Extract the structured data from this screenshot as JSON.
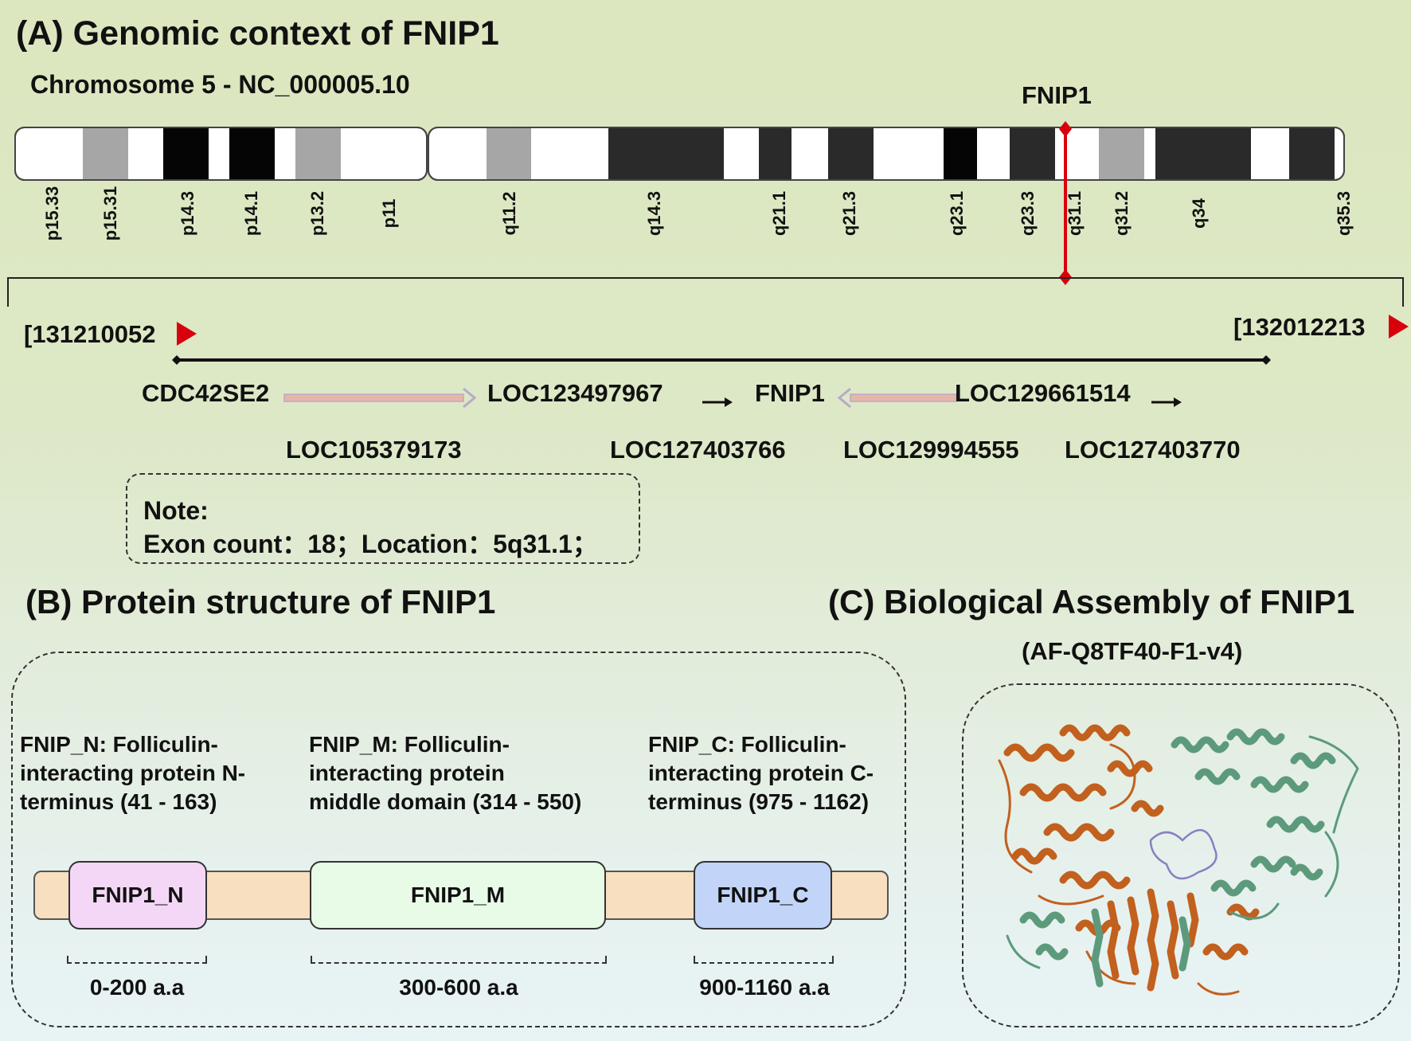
{
  "panel_a": {
    "title": "(A) Genomic context of FNIP1",
    "chromosome": "Chromosome 5 - NC_000005.10",
    "marker_label": "FNIP1",
    "bands": [
      "p15.33",
      "p15.31",
      "p14.3",
      "p14.1",
      "p13.2",
      "p11",
      "q11.2",
      "q14.3",
      "q21.1",
      "q21.3",
      "q23.1",
      "q23.3",
      "q31.1",
      "q31.2",
      "q34",
      "q35.3"
    ],
    "start_coord": "[131210052",
    "end_coord": "[132012213",
    "genes_top": [
      "CDC42SE2",
      "LOC123497967",
      "FNIP1",
      "LOC129661514"
    ],
    "genes_bottom": [
      "LOC105379173",
      "LOC127403766",
      "LOC129994555",
      "LOC127403770"
    ],
    "note_title": "Note:",
    "note_text": "Exon count：18；Location：5q31.1；",
    "colors": {
      "marker": "#d9000d",
      "arrow_fill": "#e8b6a6",
      "arrow_stroke": "#b7aac8"
    }
  },
  "panel_b": {
    "title": "(B) Protein structure of FNIP1",
    "domains": [
      {
        "name": "FNIP1_N",
        "description": "FNIP_N: Folliculin-interacting protein N-terminus (41 - 163)",
        "desc_lines": [
          "FNIP_N: Folliculin-",
          "interacting protein N-",
          "terminus (41 - 163)"
        ],
        "range": "0-200 a.a",
        "color": "#f4d7f6"
      },
      {
        "name": "FNIP1_M",
        "description": "FNIP_M: Folliculin-interacting protein middle domain (314 - 550)",
        "desc_lines": [
          "FNIP_M: Folliculin-",
          "interacting protein",
          "middle domain (314 - 550)"
        ],
        "range": "300-600 a.a",
        "color": "#e8fbe6"
      },
      {
        "name": "FNIP1_C",
        "description": "FNIP_C: Folliculin-interacting protein C-terminus (975 - 1162)",
        "desc_lines": [
          "FNIP_C: Folliculin-",
          "interacting protein C-",
          "terminus (975 - 1162)"
        ],
        "range": "900-1160 a.a",
        "color": "#c2d5f8"
      }
    ],
    "backbone_color": "#f7dfbf"
  },
  "panel_c": {
    "title": "(C) Biological Assembly of FNIP1",
    "subtitle": "(AF-Q8TF40-F1-v4)",
    "colors": {
      "chain_a": "#c2601e",
      "chain_b": "#5d9a7c",
      "loop": "#8a7fc0"
    }
  }
}
